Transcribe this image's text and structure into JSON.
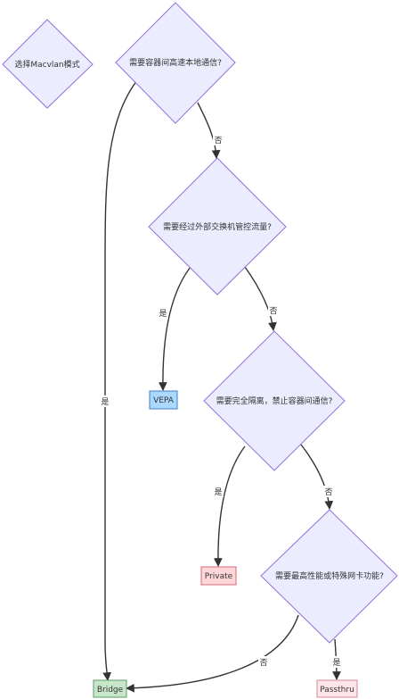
{
  "colors": {
    "decision_fill": "#ECECFF",
    "decision_stroke": "#9370DB",
    "edge": "#333333",
    "vepa_fill": "#ABD8FF",
    "vepa_stroke": "#3C80C8",
    "private_fill": "#FFD6DA",
    "private_stroke": "#D66A75",
    "bridge_fill": "#C8E6C9",
    "bridge_stroke": "#5E9C61",
    "passthru_fill": "#FFE4EA",
    "passthru_stroke": "#D48A9B"
  },
  "nodes": {
    "start": "选择Macvlan模式",
    "q1": "需要容器间高速本地通信?",
    "q2": "需要经过外部交换机管控流量?",
    "q3": "需要完全隔离，禁止容器间通信?",
    "q4": "需要最高性能或特殊网卡功能?",
    "vepa": "VEPA",
    "private": "Private",
    "bridge": "Bridge",
    "passthru": "Passthru"
  },
  "edges": {
    "q1_no": "否",
    "q1_yes": "是",
    "q2_yes": "是",
    "q2_no": "否",
    "q3_yes": "是",
    "q3_no": "否",
    "q4_no": "否",
    "q4_yes": "是"
  }
}
